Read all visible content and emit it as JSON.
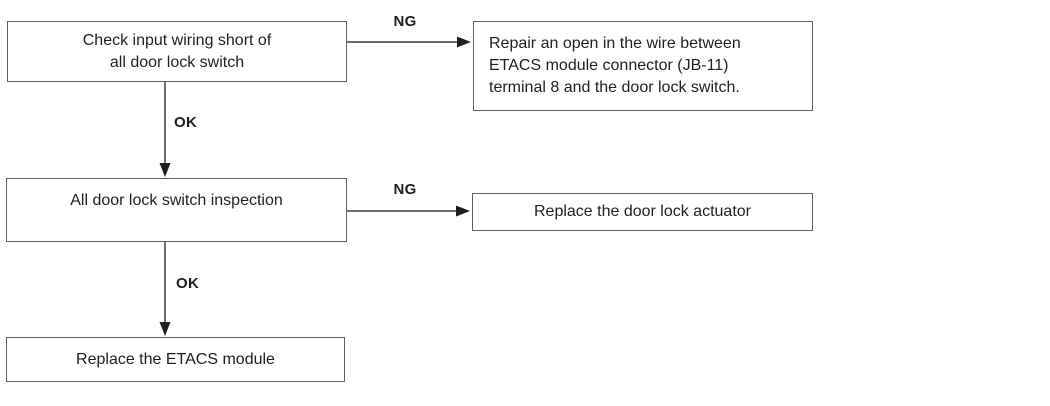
{
  "colors": {
    "background": "#ffffff",
    "box_border": "#5f5f5f",
    "text": "#1f1f1f",
    "arrow": "#3d3d3d"
  },
  "flowchart": {
    "nodes": {
      "check_input": {
        "line1": "Check input wiring short of",
        "line2": "all door lock switch"
      },
      "repair_wire": {
        "line1": "Repair an open in the wire between",
        "line2": "ETACS module connector (JB-11)",
        "line3": "terminal 8 and the door lock switch."
      },
      "inspection": {
        "label": "All door lock switch inspection"
      },
      "replace_actuator": {
        "label": "Replace the door lock actuator"
      },
      "replace_module": {
        "label": "Replace the ETACS module"
      }
    },
    "edge_labels": {
      "ng1": "NG",
      "ok1": "OK",
      "ng2": "NG",
      "ok2": "OK"
    }
  }
}
